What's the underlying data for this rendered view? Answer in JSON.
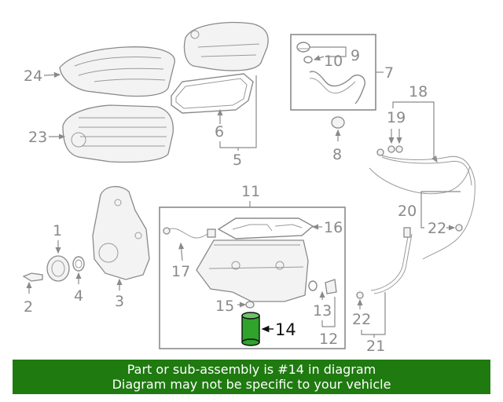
{
  "callouts": {
    "c1": "1",
    "c2": "2",
    "c3": "3",
    "c4": "4",
    "c5": "5",
    "c6": "6",
    "c7": "7",
    "c8": "8",
    "c9": "9",
    "c10": "10",
    "c11": "11",
    "c12": "12",
    "c13": "13",
    "c14": "14",
    "c15": "15",
    "c16": "16",
    "c17": "17",
    "c18": "18",
    "c19": "19",
    "c20": "20",
    "c21": "21",
    "c22a": "22",
    "c22b": "22",
    "c23": "23",
    "c24": "24"
  },
  "highlight_part": "14",
  "colors": {
    "line": "#8a8a8a",
    "highlight": "#111111",
    "banner": "#1f7a10",
    "banner_text": "#ffffff"
  },
  "banner": {
    "line1": "Part or sub-assembly is #14 in diagram",
    "line2": "Diagram may not be specific to your vehicle"
  }
}
